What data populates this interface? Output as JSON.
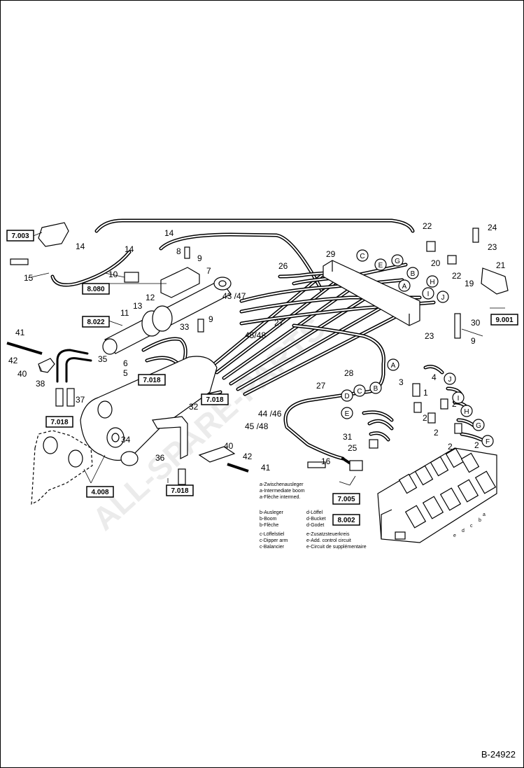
{
  "watermark": "ALL-SPARE-PARTS",
  "figure_id": "B-24922",
  "ref_boxes": [
    "7.003",
    "8.080",
    "8.022",
    "7.018",
    "7.018",
    "7.018",
    "7.018",
    "4.008",
    "9.001",
    "7.005",
    "8.002"
  ],
  "part_labels": [
    "24",
    "23",
    "22",
    "20",
    "22",
    "19",
    "21",
    "29",
    "26",
    "27",
    "28",
    "27",
    "30",
    "23",
    "9",
    "14",
    "14",
    "14",
    "8",
    "9",
    "7",
    "10",
    "11",
    "12",
    "13",
    "15",
    "33",
    "9",
    "43 /47",
    "45/48",
    "41",
    "42",
    "40",
    "38",
    "37",
    "35",
    "6",
    "5",
    "32",
    "3",
    "4",
    "2",
    "1",
    "2",
    "2",
    "2",
    "2",
    "31",
    "25",
    "16",
    "44 /46",
    "45 /48",
    "34",
    "36",
    "40",
    "42",
    "41"
  ],
  "circle_labels": [
    "C",
    "E",
    "G",
    "B",
    "A",
    "H",
    "I",
    "J",
    "A",
    "J",
    "C",
    "B",
    "I",
    "D",
    "H",
    "E",
    "G",
    "F"
  ],
  "small_letters": [
    "a",
    "b",
    "c",
    "d",
    "e"
  ],
  "legend": [
    "a-Zwischenausleger",
    "a-Intermediate boom",
    "a-Flèche intermed.",
    "b-Ausleger",
    "b-Boom",
    "b-Flèche",
    "c-Löffelstiel",
    "c-Dipper arm",
    "c-Balancier",
    "d-Löffel",
    "d-Bucket",
    "d-Godet",
    "e-Zusatzsteuerkreis",
    "e-Add. control circuit",
    "e-Circuit de supplémentaire"
  ],
  "colors": {
    "ink": "#000000",
    "paper": "#ffffff",
    "watermark": "#dcdcdc"
  }
}
